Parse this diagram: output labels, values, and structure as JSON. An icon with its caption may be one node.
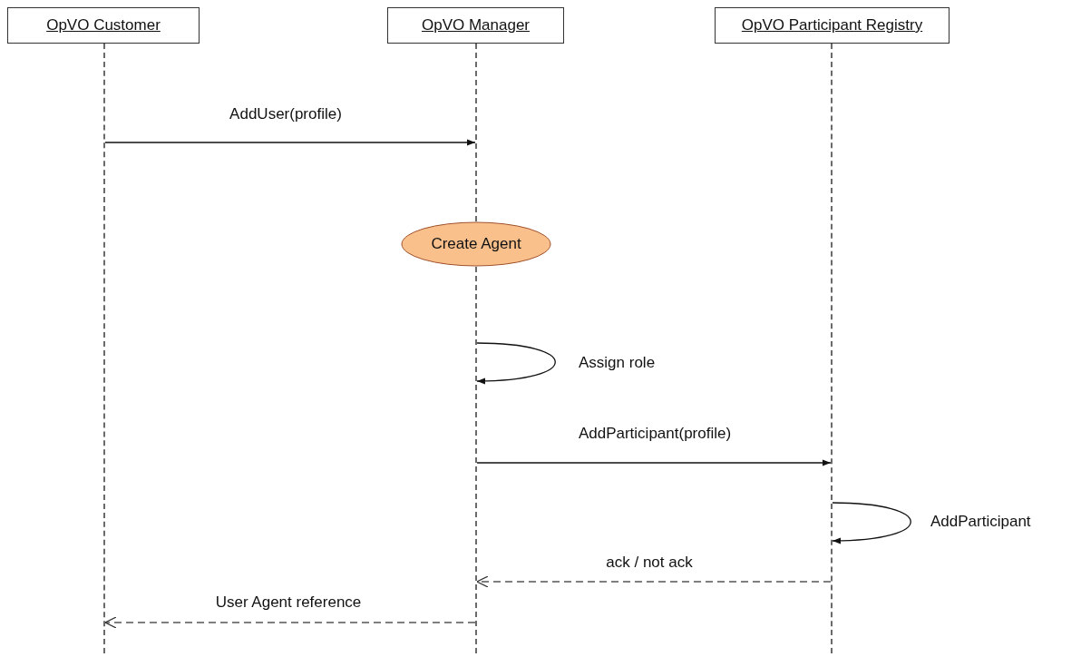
{
  "diagram": {
    "nodes": [
      {
        "text": [
          "OpVO Customer"
        ]
      },
      {
        "text": [
          "OpVO Manager"
        ]
      },
      {
        "text": [
          "OpVO Participant Registry"
        ]
      },
      {
        "text": [
          "Create Agent"
        ]
      },
      {
        "text": [],
        "shape": "line"
      },
      {
        "text": [],
        "shape": "line"
      },
      {
        "text": [],
        "shape": "line"
      },
      {
        "text": [],
        "shape": "line"
      }
    ],
    "edges": [
      {
        "from": 4,
        "to": 5,
        "arrow": "to",
        "label": "AddUser(profile)"
      },
      {
        "from": 6,
        "to": 6,
        "arrow": "to",
        "label": "Assign role"
      },
      {
        "from": 6,
        "to": 7,
        "arrow": "to",
        "label": "AddParticipant(profile)"
      },
      {
        "from": 7,
        "to": 7,
        "arrow": "to",
        "label": "AddParticipant"
      },
      {
        "from": 7,
        "to": 6,
        "arrow": "to",
        "label": "ack / not ack",
        "style": "dashed"
      },
      {
        "from": 6,
        "to": 4,
        "arrow": "to",
        "label": "User Agent reference",
        "style": "dashed"
      }
    ]
  }
}
